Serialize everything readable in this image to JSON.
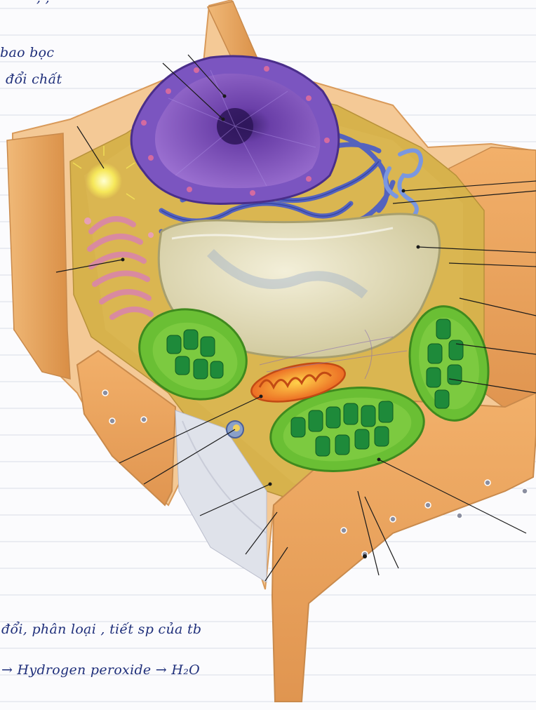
{
  "notes": {
    "top_fragment": ",  ,",
    "line_1": "bao bọc",
    "line_2": "đổi chất",
    "line_3": "đổi, phân loại , tiết sp của tb",
    "line_4": "→ Hydrogen peroxide → H₂O"
  },
  "colors": {
    "paper": "#fbfbfd",
    "rule_line": "#d9dde8",
    "ink": "#1f2f7a",
    "cell_wall": "#e6a860",
    "cytoplasm": "#d8b24a",
    "nucleus": "#7b4fb5",
    "er": "#4d5fc4",
    "vacuole": "#dcd6b8",
    "chloroplast": "#5eb22e",
    "grana": "#1f8a3a",
    "golgi": "#d98aa0",
    "mitochondrion": "#f07b24"
  }
}
